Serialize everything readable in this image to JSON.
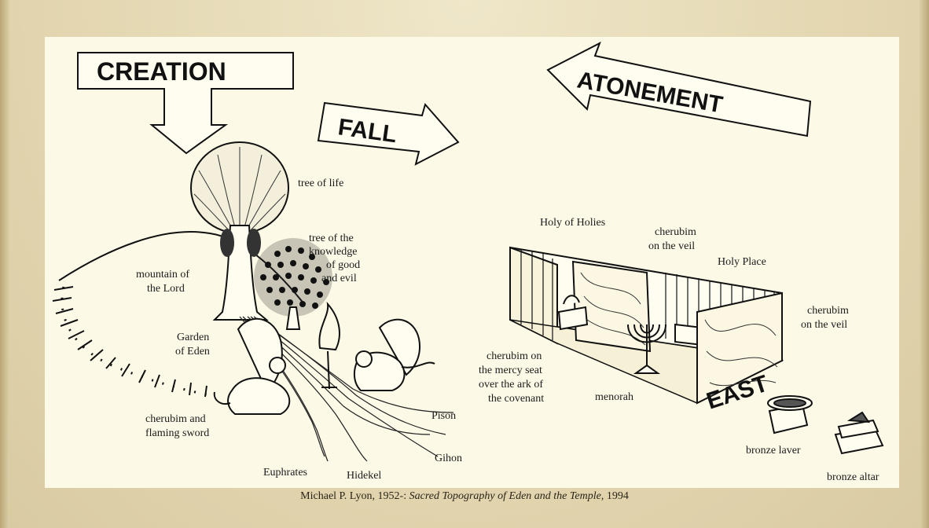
{
  "arrows": {
    "creation": "CREATION",
    "fall": "FALL",
    "atonement": "ATONEMENT",
    "east": "EAST"
  },
  "eden_labels": {
    "tree_of_life": "tree of life",
    "knowledge": [
      "tree of the",
      "knowledge",
      "of good",
      "and evil"
    ],
    "mountain": [
      "mountain of",
      "the Lord"
    ],
    "garden": [
      "Garden",
      "of Eden"
    ],
    "cherubim_sword": [
      "cherubim and",
      "flaming sword"
    ],
    "pison": "Pison",
    "gihon": "Gihon",
    "euphrates": "Euphrates",
    "hidekel": "Hidekel"
  },
  "temple_labels": {
    "holy_of_holies": "Holy of Holies",
    "cherubim_veil_top": [
      "cherubim",
      "on the veil"
    ],
    "holy_place": "Holy Place",
    "cherubim_veil_right": [
      "cherubim",
      "on the veil"
    ],
    "mercy_seat": [
      "cherubim on",
      "the mercy seat",
      "over the ark of",
      "the covenant"
    ],
    "menorah": "menorah",
    "bronze_laver": "bronze laver",
    "bronze_altar": "bronze altar"
  },
  "caption": {
    "author": "Michael P. Lyon, 1952-: ",
    "title": "Sacred Topography of Eden and the Temple",
    "year": ", 1994"
  }
}
